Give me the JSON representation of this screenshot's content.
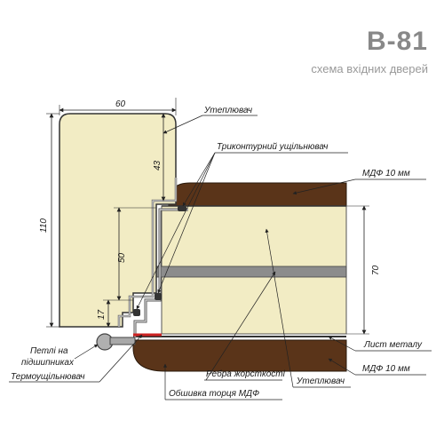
{
  "header": {
    "title": "B-81",
    "subtitle": "схема вхідних дверей"
  },
  "dimensions": {
    "frame_width": "60",
    "frame_height": "110",
    "top_offset": "43",
    "middle_offset": "50",
    "bottom_offset": "17",
    "leaf_thickness": "70"
  },
  "labels": {
    "insulation_top": "Утеплювач",
    "triple_seal": "Триконтурний  ущільнювач",
    "mdf_top": "МДФ 10 мм",
    "hinges": "Петлі на\nпідшипниках",
    "thermal_seal": "Термоущільнювач",
    "metal_sheet": "Лист металу",
    "mdf_bottom": "МДФ 10 мм",
    "stiffener": "Ребра жорсткості",
    "insulation_bottom": "Утеплювач",
    "mdf_edge": "Обшивка торця МДФ"
  },
  "colors": {
    "insulation": "#f2ecc4",
    "mdf": "#5a3419",
    "stiffener": "#8c8c8c",
    "frame_outline": "#333333",
    "seal_red": "#cc2222"
  }
}
